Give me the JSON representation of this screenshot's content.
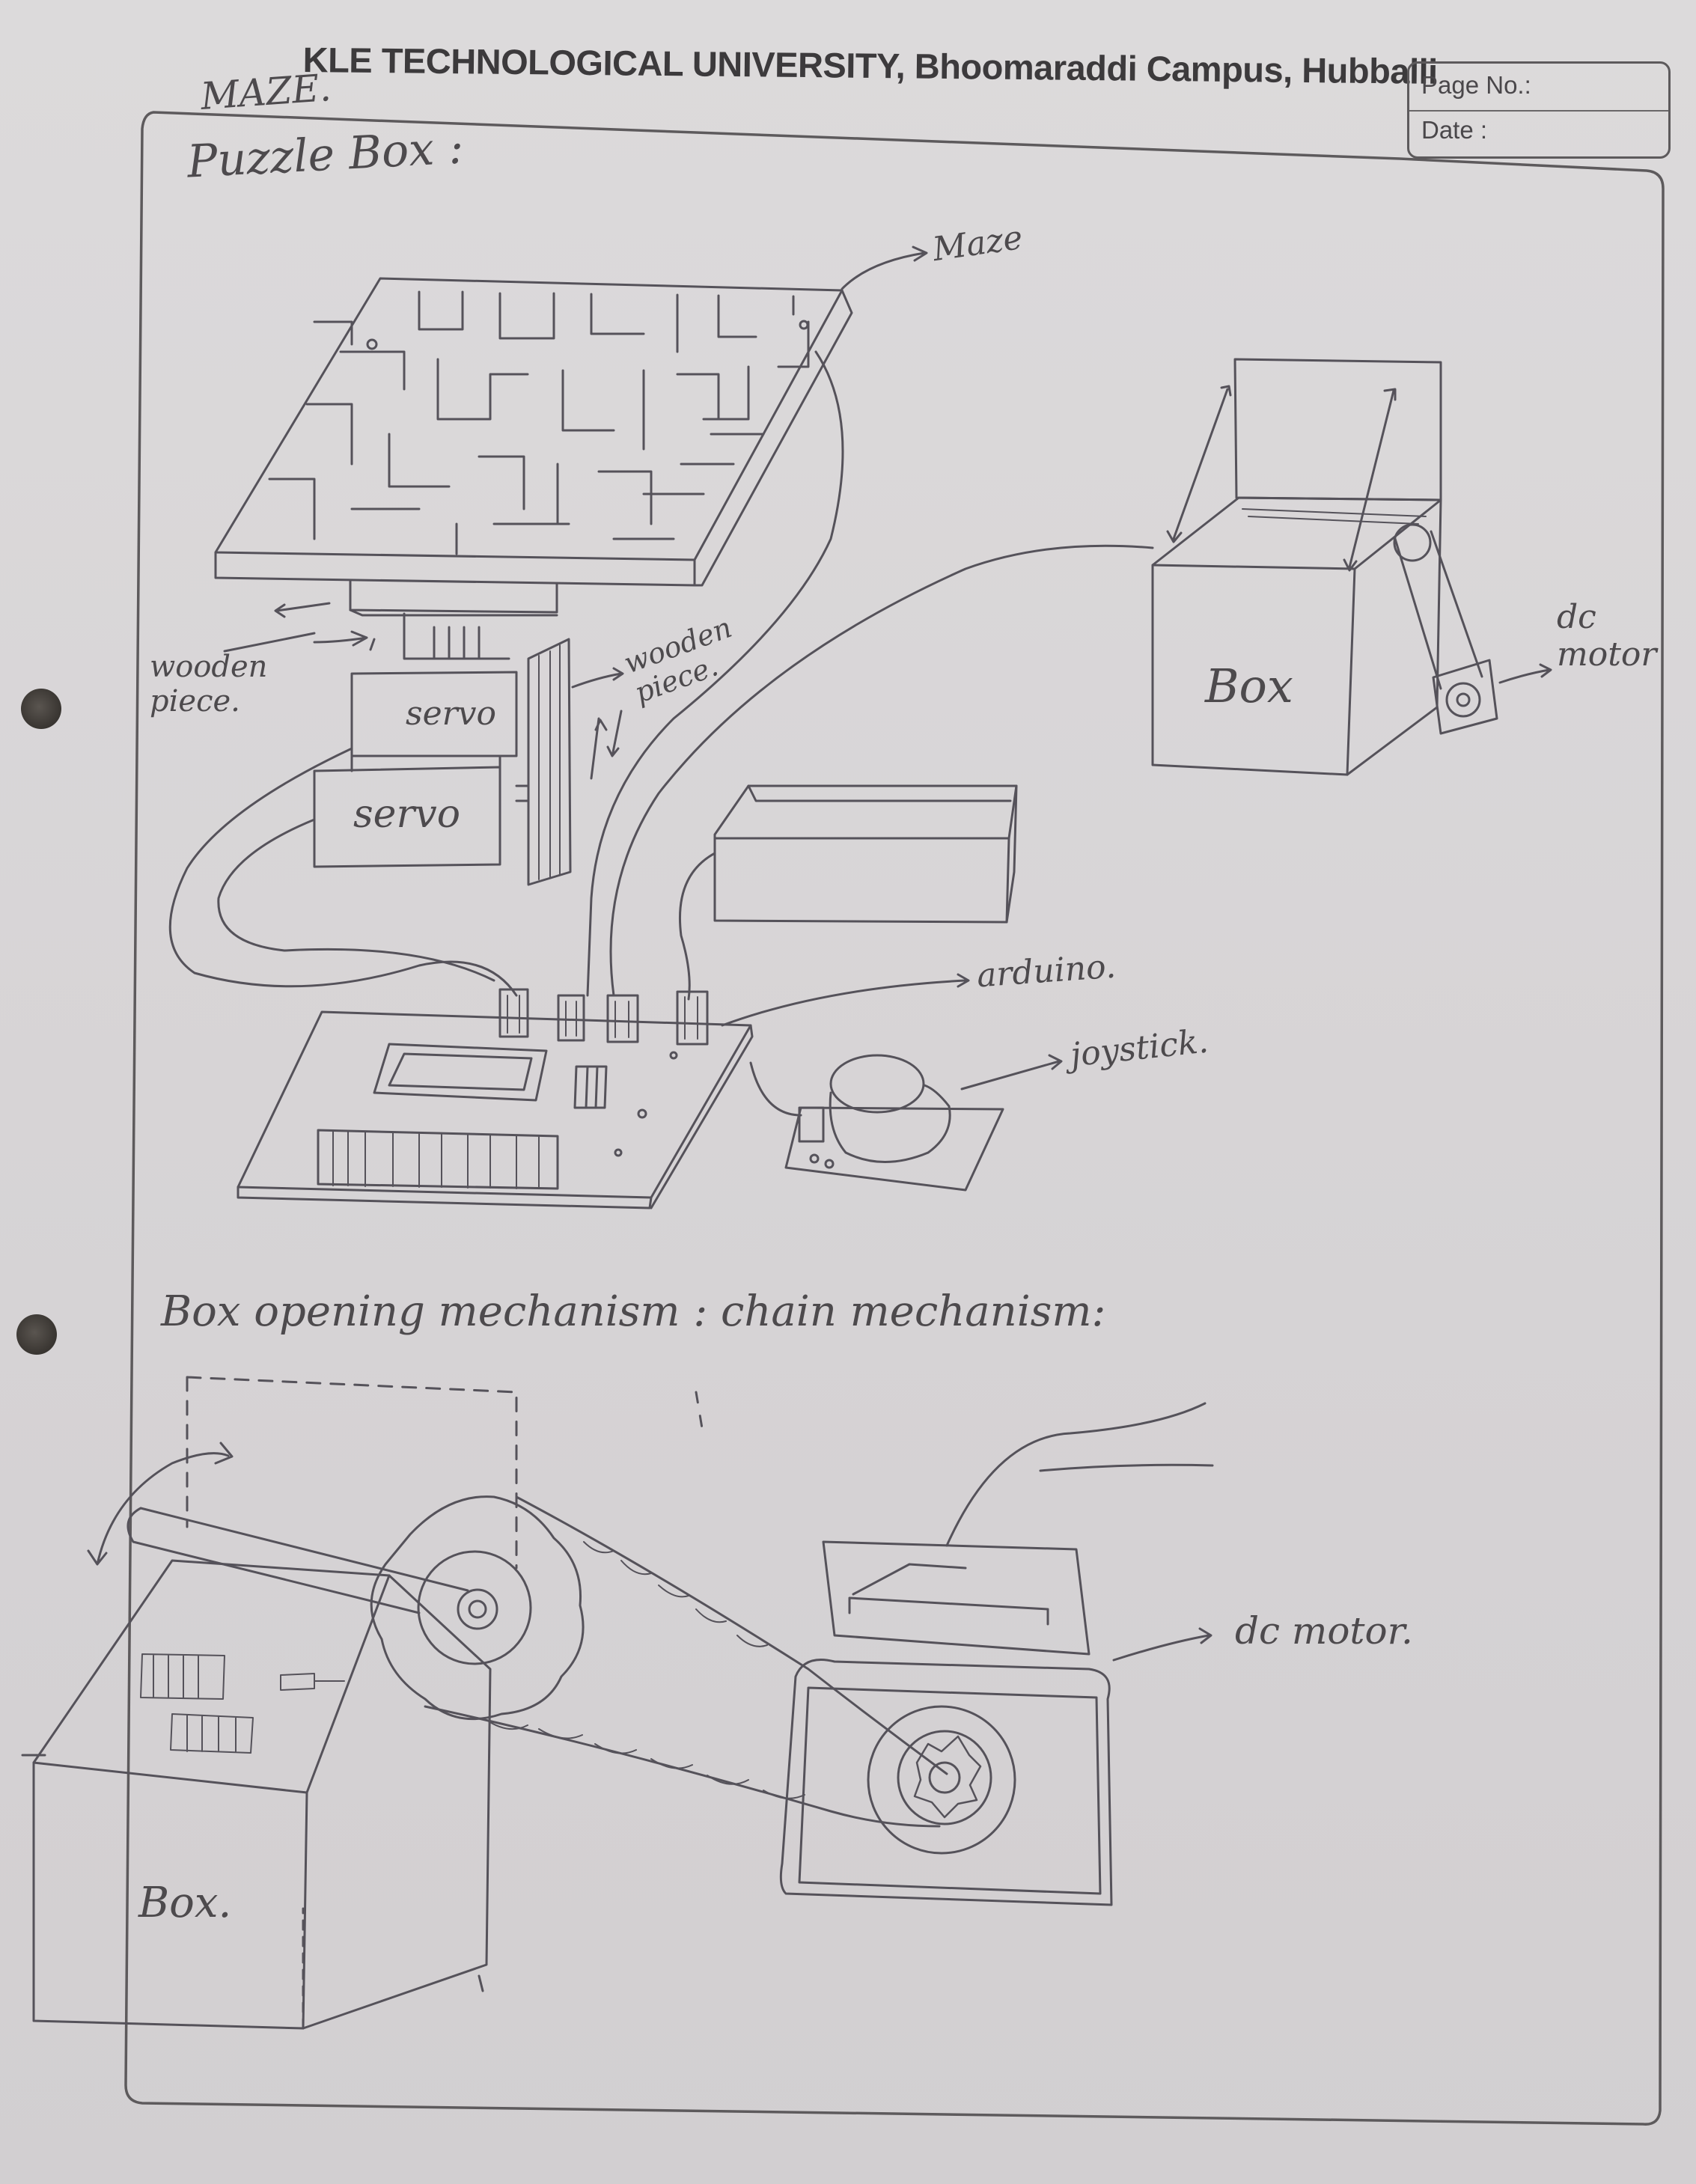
{
  "header": {
    "university": "KLE TECHNOLOGICAL UNIVERSITY, Bhoomaraddi Campus, Hubballi",
    "page_no_label": "Page No.:",
    "date_label": "Date :"
  },
  "sketch_top": {
    "corner_note": "MAZE.",
    "title": "Puzzle Box :",
    "labels": {
      "maze": "Maze",
      "wooden_piece_left": "wooden\npiece.",
      "wooden_piece_right": "wooden\npiece.",
      "servo_top": "servo",
      "servo_bottom": "servo",
      "box": "Box",
      "dc_motor": "dc\nmotor",
      "arduino": "arduino.",
      "joystick": "joystick."
    }
  },
  "sketch_bottom": {
    "title": "Box opening mechanism : chain mechanism:",
    "labels": {
      "dc_motor": "dc motor.",
      "box": "Box."
    }
  },
  "colors": {
    "paper": "#d7d4d6",
    "pencil": "#55525a",
    "hole": "#3d3935"
  }
}
